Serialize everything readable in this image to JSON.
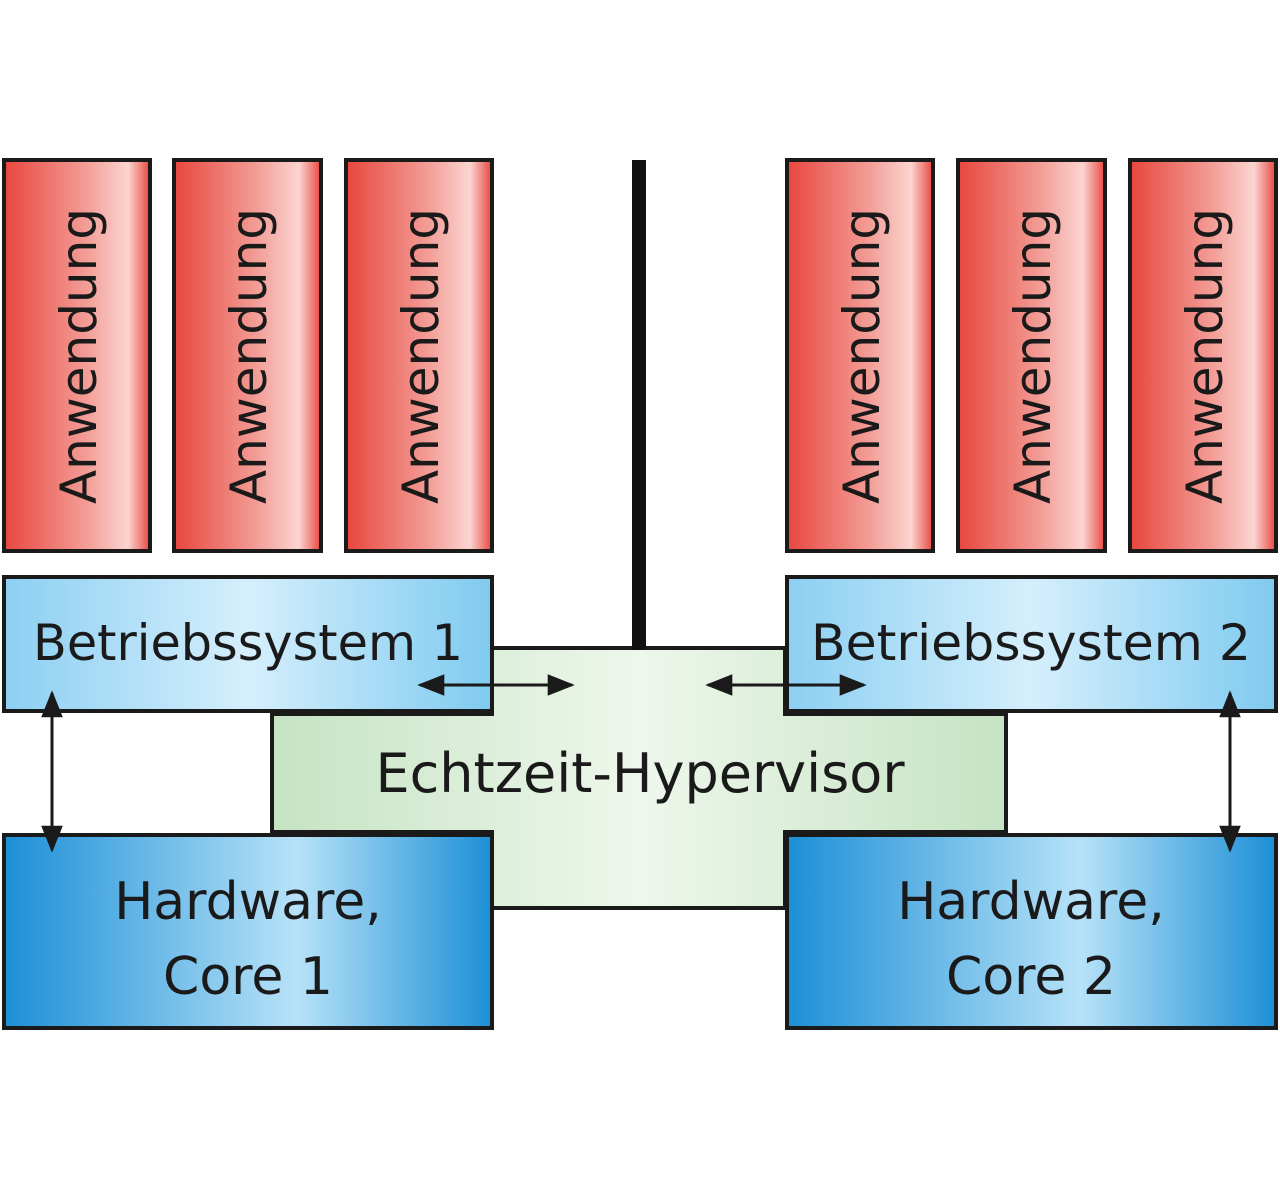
{
  "diagram": {
    "left": {
      "apps": [
        "Anwendung",
        "Anwendung",
        "Anwendung"
      ],
      "os_label": "Betriebssystem 1",
      "hw_line1": "Hardware,",
      "hw_line2": "Core 1"
    },
    "right": {
      "apps": [
        "Anwendung",
        "Anwendung",
        "Anwendung"
      ],
      "os_label": "Betriebssystem 2",
      "hw_line1": "Hardware,",
      "hw_line2": "Core 2"
    },
    "hypervisor_label": "Echtzeit-Hypervisor",
    "colors": {
      "app_red": "#e8463e",
      "app_light": "#fbd4d0",
      "os_blue_light": "#c9e9fb",
      "os_blue": "#7fcaf0",
      "hw_blue": "#1c8fd6",
      "hw_light": "#b7e2f8",
      "hypervisor_green": "#c5e3c2",
      "hypervisor_light": "#eef7ec",
      "stroke": "#1a1a1a"
    }
  }
}
